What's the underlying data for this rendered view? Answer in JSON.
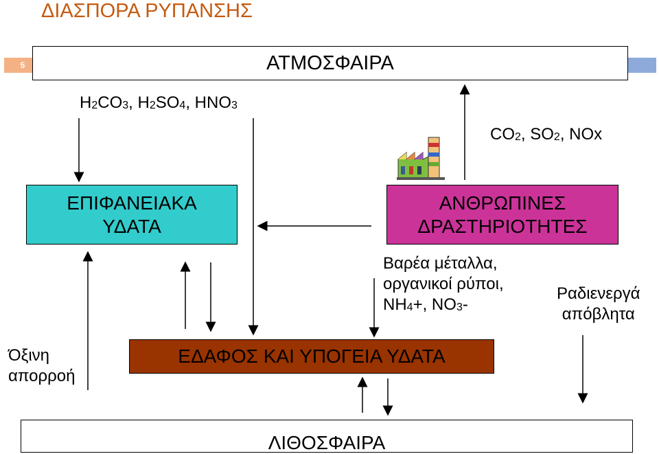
{
  "title": "ΔΙΑΣΠΟΡΑ ΡΥΠΑΝΣΗΣ",
  "slide_number": "5",
  "nodes": {
    "atmosphere": "ΑΤΜΟΣΦΑΙΡΑ",
    "surface_waters_line1": "ΕΠΙΦΑΝΕΙΑΚΑ",
    "surface_waters_line2": "ΥΔΑΤΑ",
    "human_activities_line1": "ΑΝΘΡΩΠΙΝΕΣ",
    "human_activities_line2": "ΔΡΑΣΤΗΡΙΟΤΗΤΕΣ",
    "soil_groundwater": "ΕΔΑΦΟΣ ΚΑΙ ΥΠΟΓΕΙΑ ΥΔΑΤΑ",
    "lithosphere": "ΛΙΘΟΣΦΑΙΡΑ"
  },
  "labels": {
    "acids": {
      "a1": "H",
      "a1s": "2",
      "a2": "CO",
      "a2s": "3",
      "a3": ", H",
      "a3s": "2",
      "a4": "SO",
      "a4s": "4",
      "a5": ", HNO",
      "a5s": "3"
    },
    "gases": {
      "g1": "CO",
      "g1s": "2",
      "g2": ", SO",
      "g2s": "2",
      "g3": ", NOx"
    },
    "heavy_line1": "Βαρέα μέταλλα,",
    "heavy_line2": "οργανικοί ρύποι,",
    "heavy_line3": {
      "h1": "NH",
      "h1s": "4",
      "h2": "+, NO",
      "h2s": "3",
      "h3": "-"
    },
    "radioactive_line1": "Ραδιενεργά",
    "radioactive_line2": "απόβλητα",
    "acid_runoff_line1": "Όξινη",
    "acid_runoff_line2": "απορροή"
  },
  "colors": {
    "title": "#c55a11",
    "surface_waters": "#33cccc",
    "human_activities": "#cc3399",
    "soil": "#993300",
    "banner": "#8eaadb",
    "slide_badge": "#f4b183"
  },
  "icons": {
    "factory": "factory-icon"
  }
}
